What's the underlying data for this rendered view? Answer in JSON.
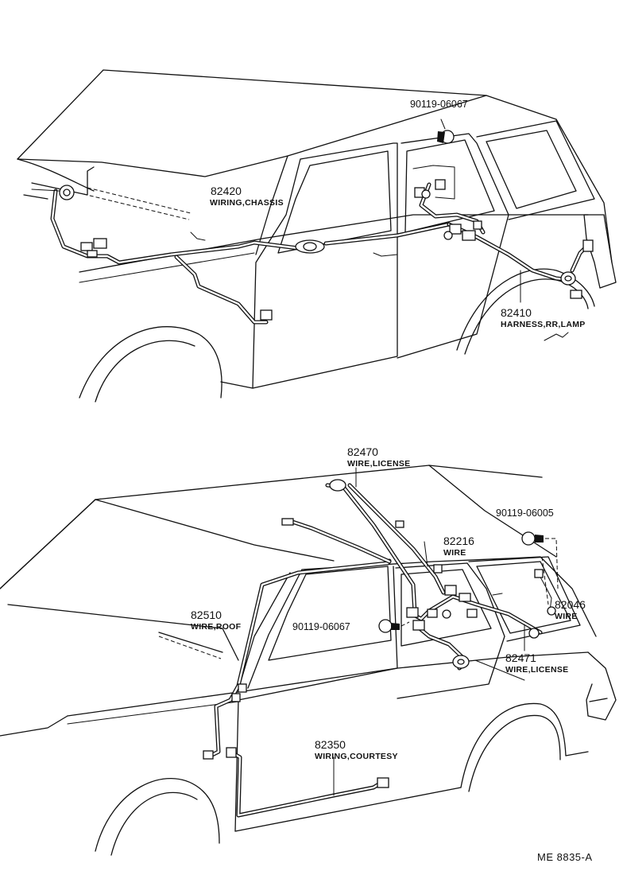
{
  "diagram_code": "ME  8835-A",
  "upper_view": {
    "labels": [
      {
        "id": "82420",
        "number": "82420",
        "name": "WIRING,CHASSIS"
      },
      {
        "id": "82410",
        "number": "82410",
        "name": "HARNESS,RR,LAMP"
      },
      {
        "id": "90119-06067-top",
        "number": "90119-06067",
        "name": ""
      }
    ]
  },
  "lower_view": {
    "labels": [
      {
        "id": "82470",
        "number": "82470",
        "name": "WIRE,LICENSE"
      },
      {
        "id": "82216",
        "number": "82216",
        "name": "WIRE"
      },
      {
        "id": "90119-06005",
        "number": "90119-06005",
        "name": ""
      },
      {
        "id": "82046",
        "number": "82046",
        "name": "WIRE"
      },
      {
        "id": "82510",
        "number": "82510",
        "name": "WIRE,ROOF"
      },
      {
        "id": "90119-06067-bottom",
        "number": "90119-06067",
        "name": ""
      },
      {
        "id": "82471",
        "number": "82471",
        "name": "WIRE,LICENSE"
      },
      {
        "id": "82350",
        "number": "82350",
        "name": "WIRING,COURTESY"
      }
    ]
  }
}
